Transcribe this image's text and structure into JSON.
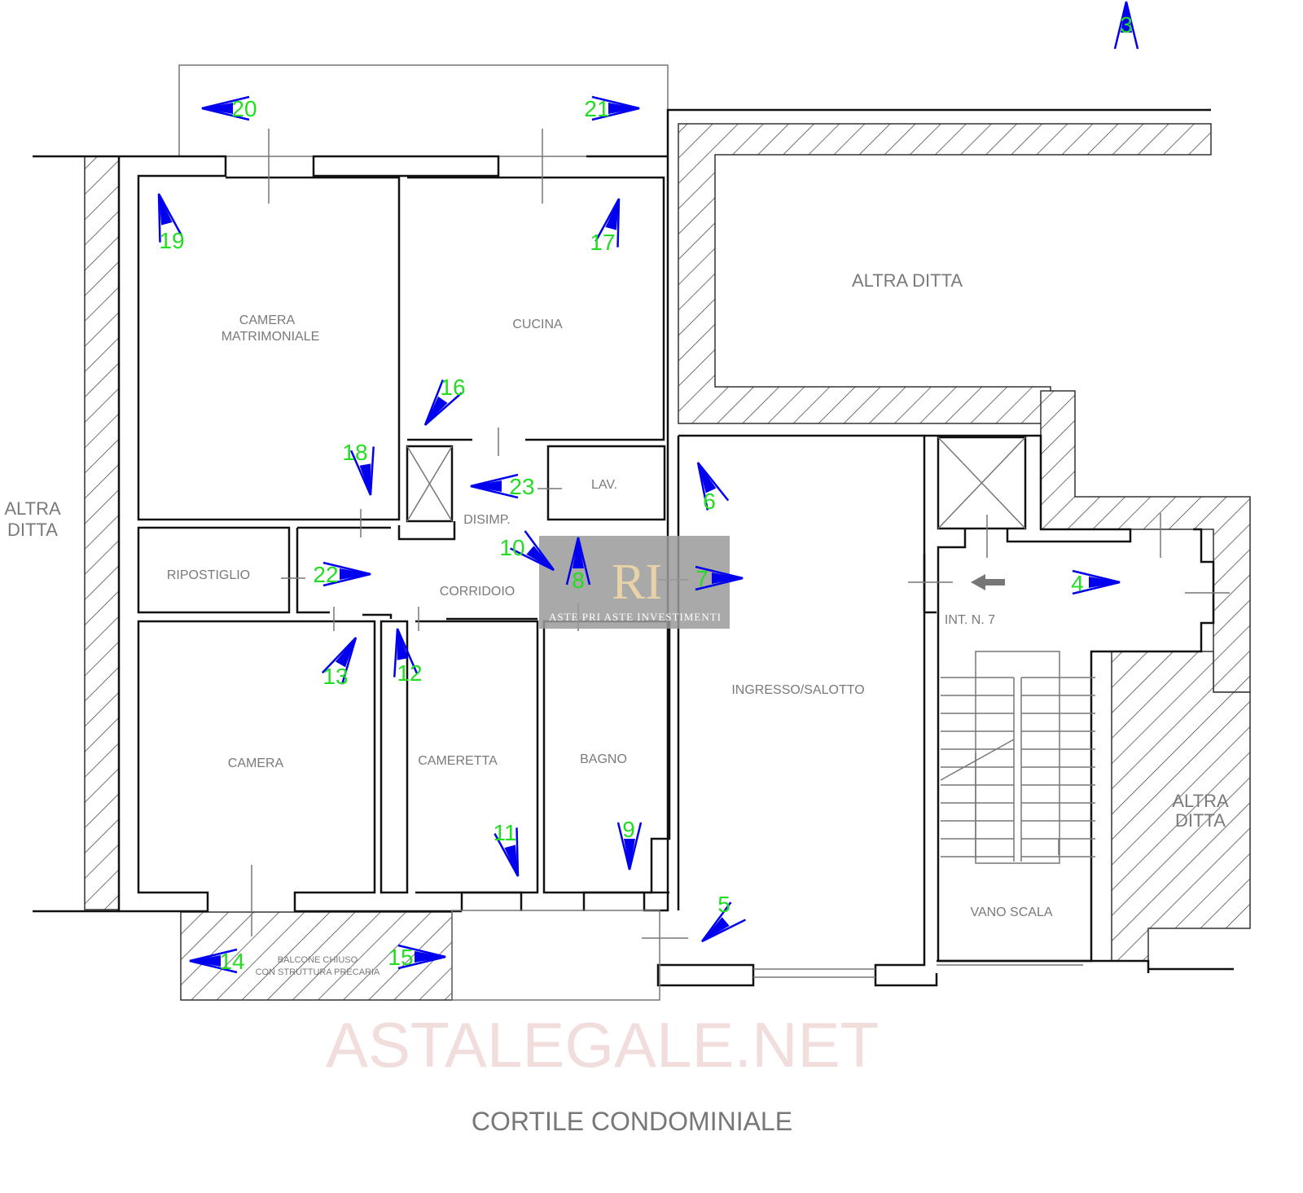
{
  "rooms": {
    "camera_matrimoniale_1": "CAMERA",
    "camera_matrimoniale_2": "MATRIMONIALE",
    "cucina": "CUCINA",
    "altra_ditta_top": "ALTRA DITTA",
    "altra_ditta_left_1": "ALTRA",
    "altra_ditta_left_2": "DITTA",
    "altra_ditta_right_1": "ALTRA",
    "altra_ditta_right_2": "DITTA",
    "ripostiglio": "RIPOSTIGLIO",
    "corridoio": "CORRIDOIO",
    "disimp": "DISIMP.",
    "lav": "LAV.",
    "int7": "INT. N. 7",
    "ingresso": "INGRESSO/SALOTTO",
    "camera": "CAMERA",
    "cameretta": "CAMERETTA",
    "bagno": "BAGNO",
    "vano_scala": "VANO SCALA",
    "balcone_1": "BALCONE CHIUSO",
    "balcone_2": "CON STRUTTURA PRECARIA"
  },
  "footer": "CORTILE CONDOMINIALE",
  "watermark": "ASTALEGALE.NET",
  "logo": {
    "mark": "RI",
    "text": "ASTE PRI ASTE INVESTIMENTI"
  },
  "markers": [
    "3",
    "20",
    "21",
    "19",
    "17",
    "16",
    "18",
    "23",
    "6",
    "10",
    "8",
    "7",
    "22",
    "4",
    "13",
    "12",
    "11",
    "9",
    "5",
    "14",
    "15"
  ],
  "colors": {
    "marker": "#0000ee",
    "number": "#22dd22",
    "wall": "#111111"
  }
}
